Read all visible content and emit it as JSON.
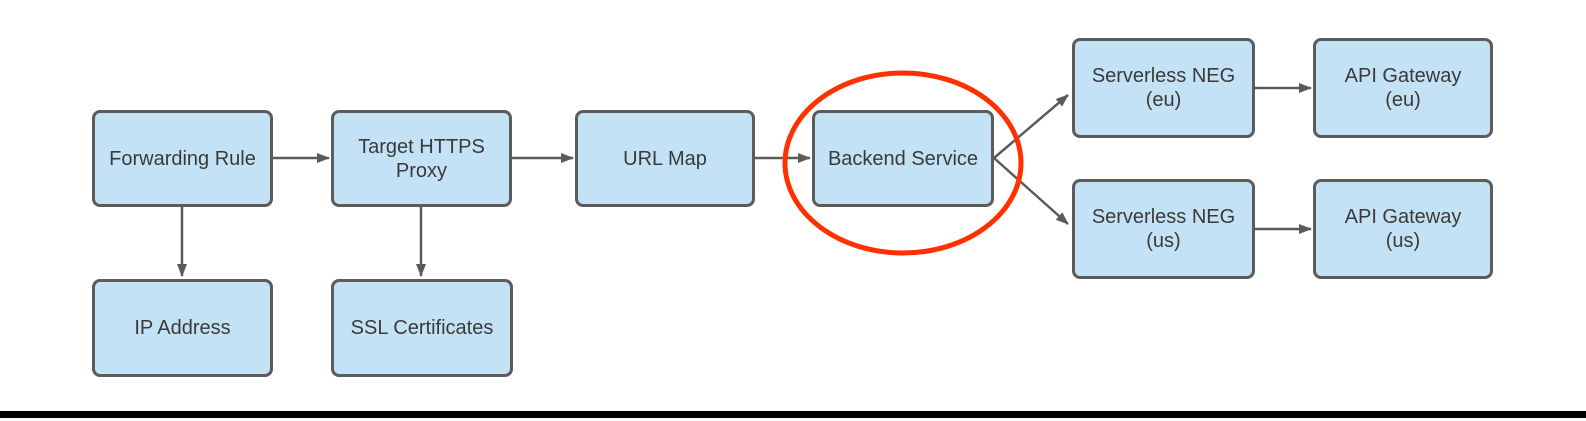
{
  "diagram": {
    "nodes": [
      {
        "id": "forwarding-rule",
        "label": "Forwarding Rule"
      },
      {
        "id": "target-https-proxy",
        "label": "Target HTTPS\nProxy"
      },
      {
        "id": "url-map",
        "label": "URL Map"
      },
      {
        "id": "backend-service",
        "label": "Backend Service"
      },
      {
        "id": "serverless-neg-eu",
        "label": "Serverless NEG\n(eu)"
      },
      {
        "id": "api-gateway-eu",
        "label": "API Gateway\n(eu)"
      },
      {
        "id": "serverless-neg-us",
        "label": "Serverless NEG\n(us)"
      },
      {
        "id": "api-gateway-us",
        "label": "API Gateway\n(us)"
      },
      {
        "id": "ip-address",
        "label": "IP Address"
      },
      {
        "id": "ssl-certificates",
        "label": "SSL Certificates"
      }
    ],
    "edges": [
      {
        "from": "forwarding-rule",
        "to": "target-https-proxy"
      },
      {
        "from": "forwarding-rule",
        "to": "ip-address"
      },
      {
        "from": "target-https-proxy",
        "to": "url-map"
      },
      {
        "from": "target-https-proxy",
        "to": "ssl-certificates"
      },
      {
        "from": "url-map",
        "to": "backend-service"
      },
      {
        "from": "backend-service",
        "to": "serverless-neg-eu"
      },
      {
        "from": "backend-service",
        "to": "serverless-neg-us"
      },
      {
        "from": "serverless-neg-eu",
        "to": "api-gateway-eu"
      },
      {
        "from": "serverless-neg-us",
        "to": "api-gateway-us"
      }
    ],
    "highlight": {
      "shape": "ellipse",
      "around": "Backend Service",
      "color": "#FF3100"
    },
    "colors": {
      "node_fill": "#C4E2F5",
      "node_border": "#5C5C5C",
      "arrow": "#5B5B5B",
      "highlight": "#FF3100",
      "text": "#3A3A3A",
      "bottom_bar": "#000000",
      "background": "#FFFFFF"
    }
  }
}
